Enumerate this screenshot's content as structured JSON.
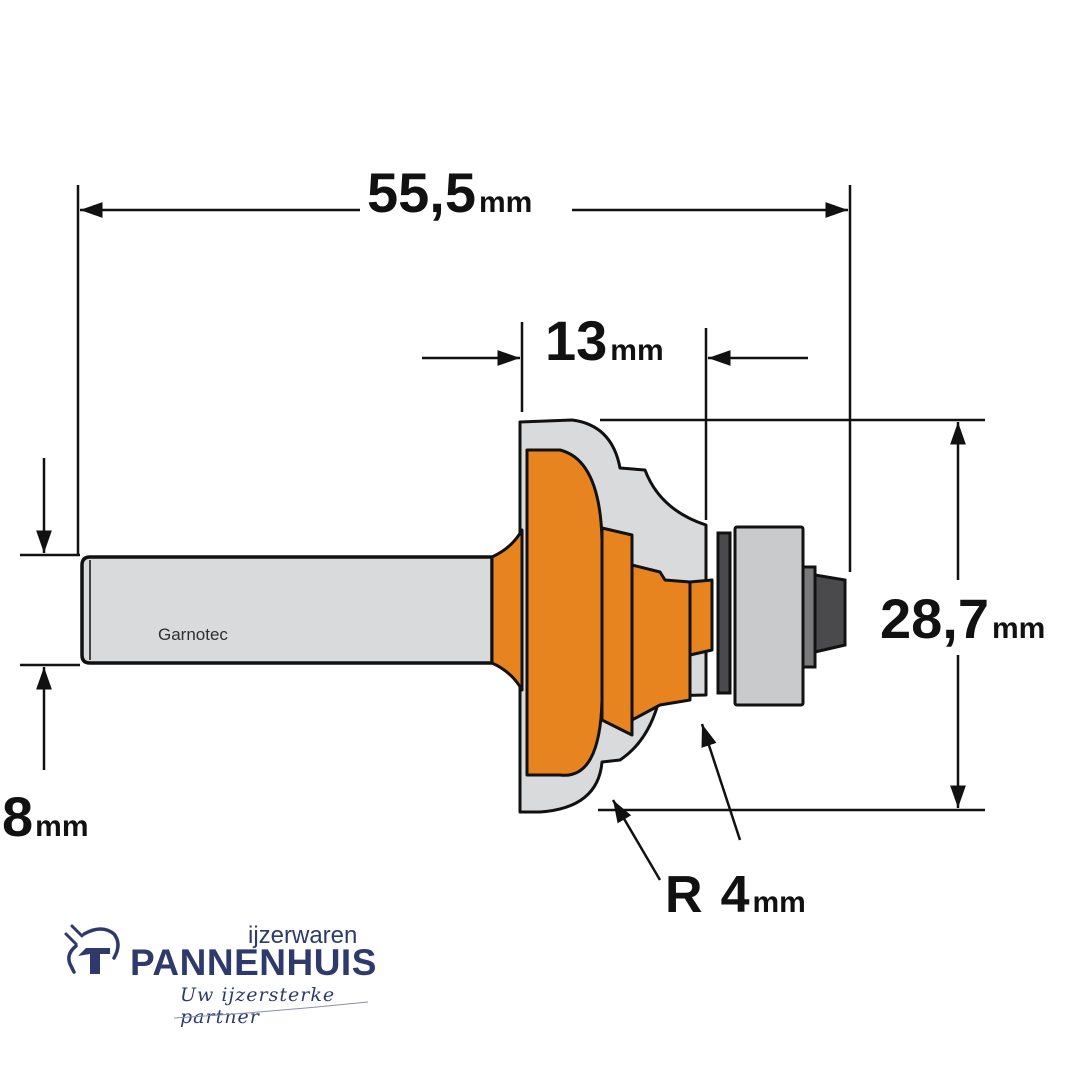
{
  "diagram": {
    "subject": "router-bit-profile",
    "colors": {
      "cutter_orange": "#e8841f",
      "steel_grey": "#d9dadc",
      "bearing_grey": "#c9cacc",
      "screw_dark": "#4a4a4c",
      "line": "#111111",
      "brand_blue": "#2d3a6b"
    },
    "shank_label": "Garnotec",
    "dimensions": {
      "total_length": {
        "value": "55,5",
        "unit": "mm"
      },
      "cutting_length": {
        "value": "13",
        "unit": "mm"
      },
      "cutting_diameter": {
        "value": "28,7",
        "unit": "mm"
      },
      "shank_diameter": {
        "value": "8",
        "unit": "mm"
      },
      "radius": {
        "prefix": "R",
        "value": "4",
        "unit": "mm"
      }
    }
  },
  "logo": {
    "top_line": "ijzerwaren",
    "name": "PANNENHUIS",
    "tagline": "Uw ijzersterke partner"
  }
}
